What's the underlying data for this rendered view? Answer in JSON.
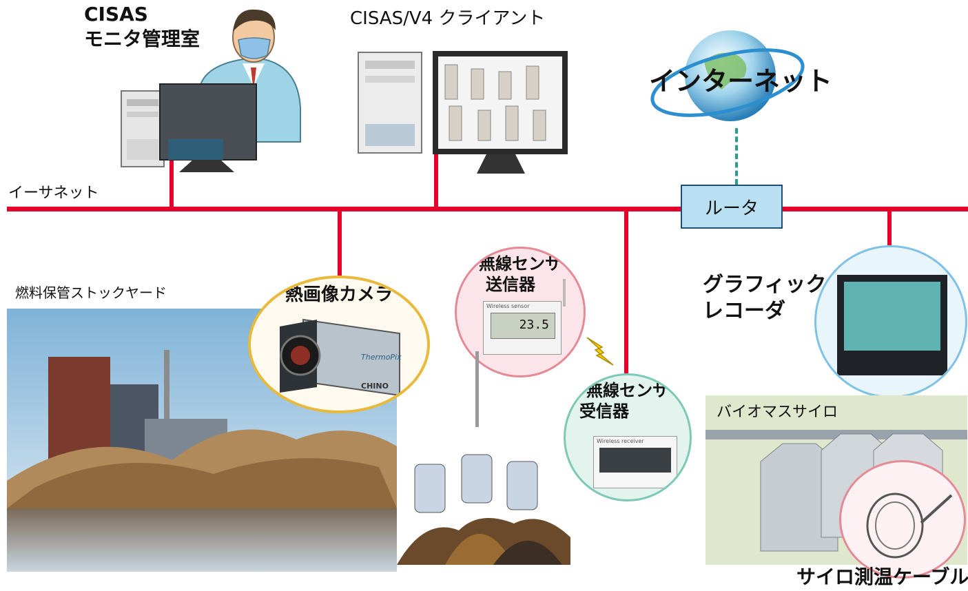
{
  "labels": {
    "cisas_title": "CISAS",
    "cisas_room": "モニタ管理室",
    "client": "CISAS/V4 クライアント",
    "internet": "インターネット",
    "ethernet": "イーサネット",
    "router": "ルータ",
    "stockyard": "燃料保管ストックヤード",
    "thermal_camera": "熱画像カメラ",
    "wireless_tx_1": "無線センサ",
    "wireless_tx_2": "送信器",
    "wireless_rx_1": "無線センサ",
    "wireless_rx_2": "受信器",
    "graphic_1": "グラフィック",
    "graphic_2": "レコーダ",
    "silo": "バイオマスサイロ",
    "silo_cable": "サイロ測温ケーブル"
  },
  "device_text": {
    "thermopix": "ThermoPix",
    "chino": "CHINO",
    "tx_display": "23.5",
    "tx_header": "Wireless sensor",
    "rx_header": "Wireless receiver"
  },
  "colors": {
    "network": "#e4002b",
    "router_fill": "#b9dff2",
    "camera_ring": "#e8b93a",
    "tx_ring": "#e58a95",
    "rx_ring": "#7ec9b6",
    "recorder_ring": "#7fc2e6",
    "cable_ring": "#e58a95",
    "internet_link": "#2a9d8f"
  },
  "icons": [
    "operator-icon",
    "pc-tower-icon",
    "monitor-icon",
    "globe-icon",
    "camera-icon",
    "lightning-icon",
    "antenna-icon",
    "silo-icon",
    "sensor-tag-icon"
  ]
}
